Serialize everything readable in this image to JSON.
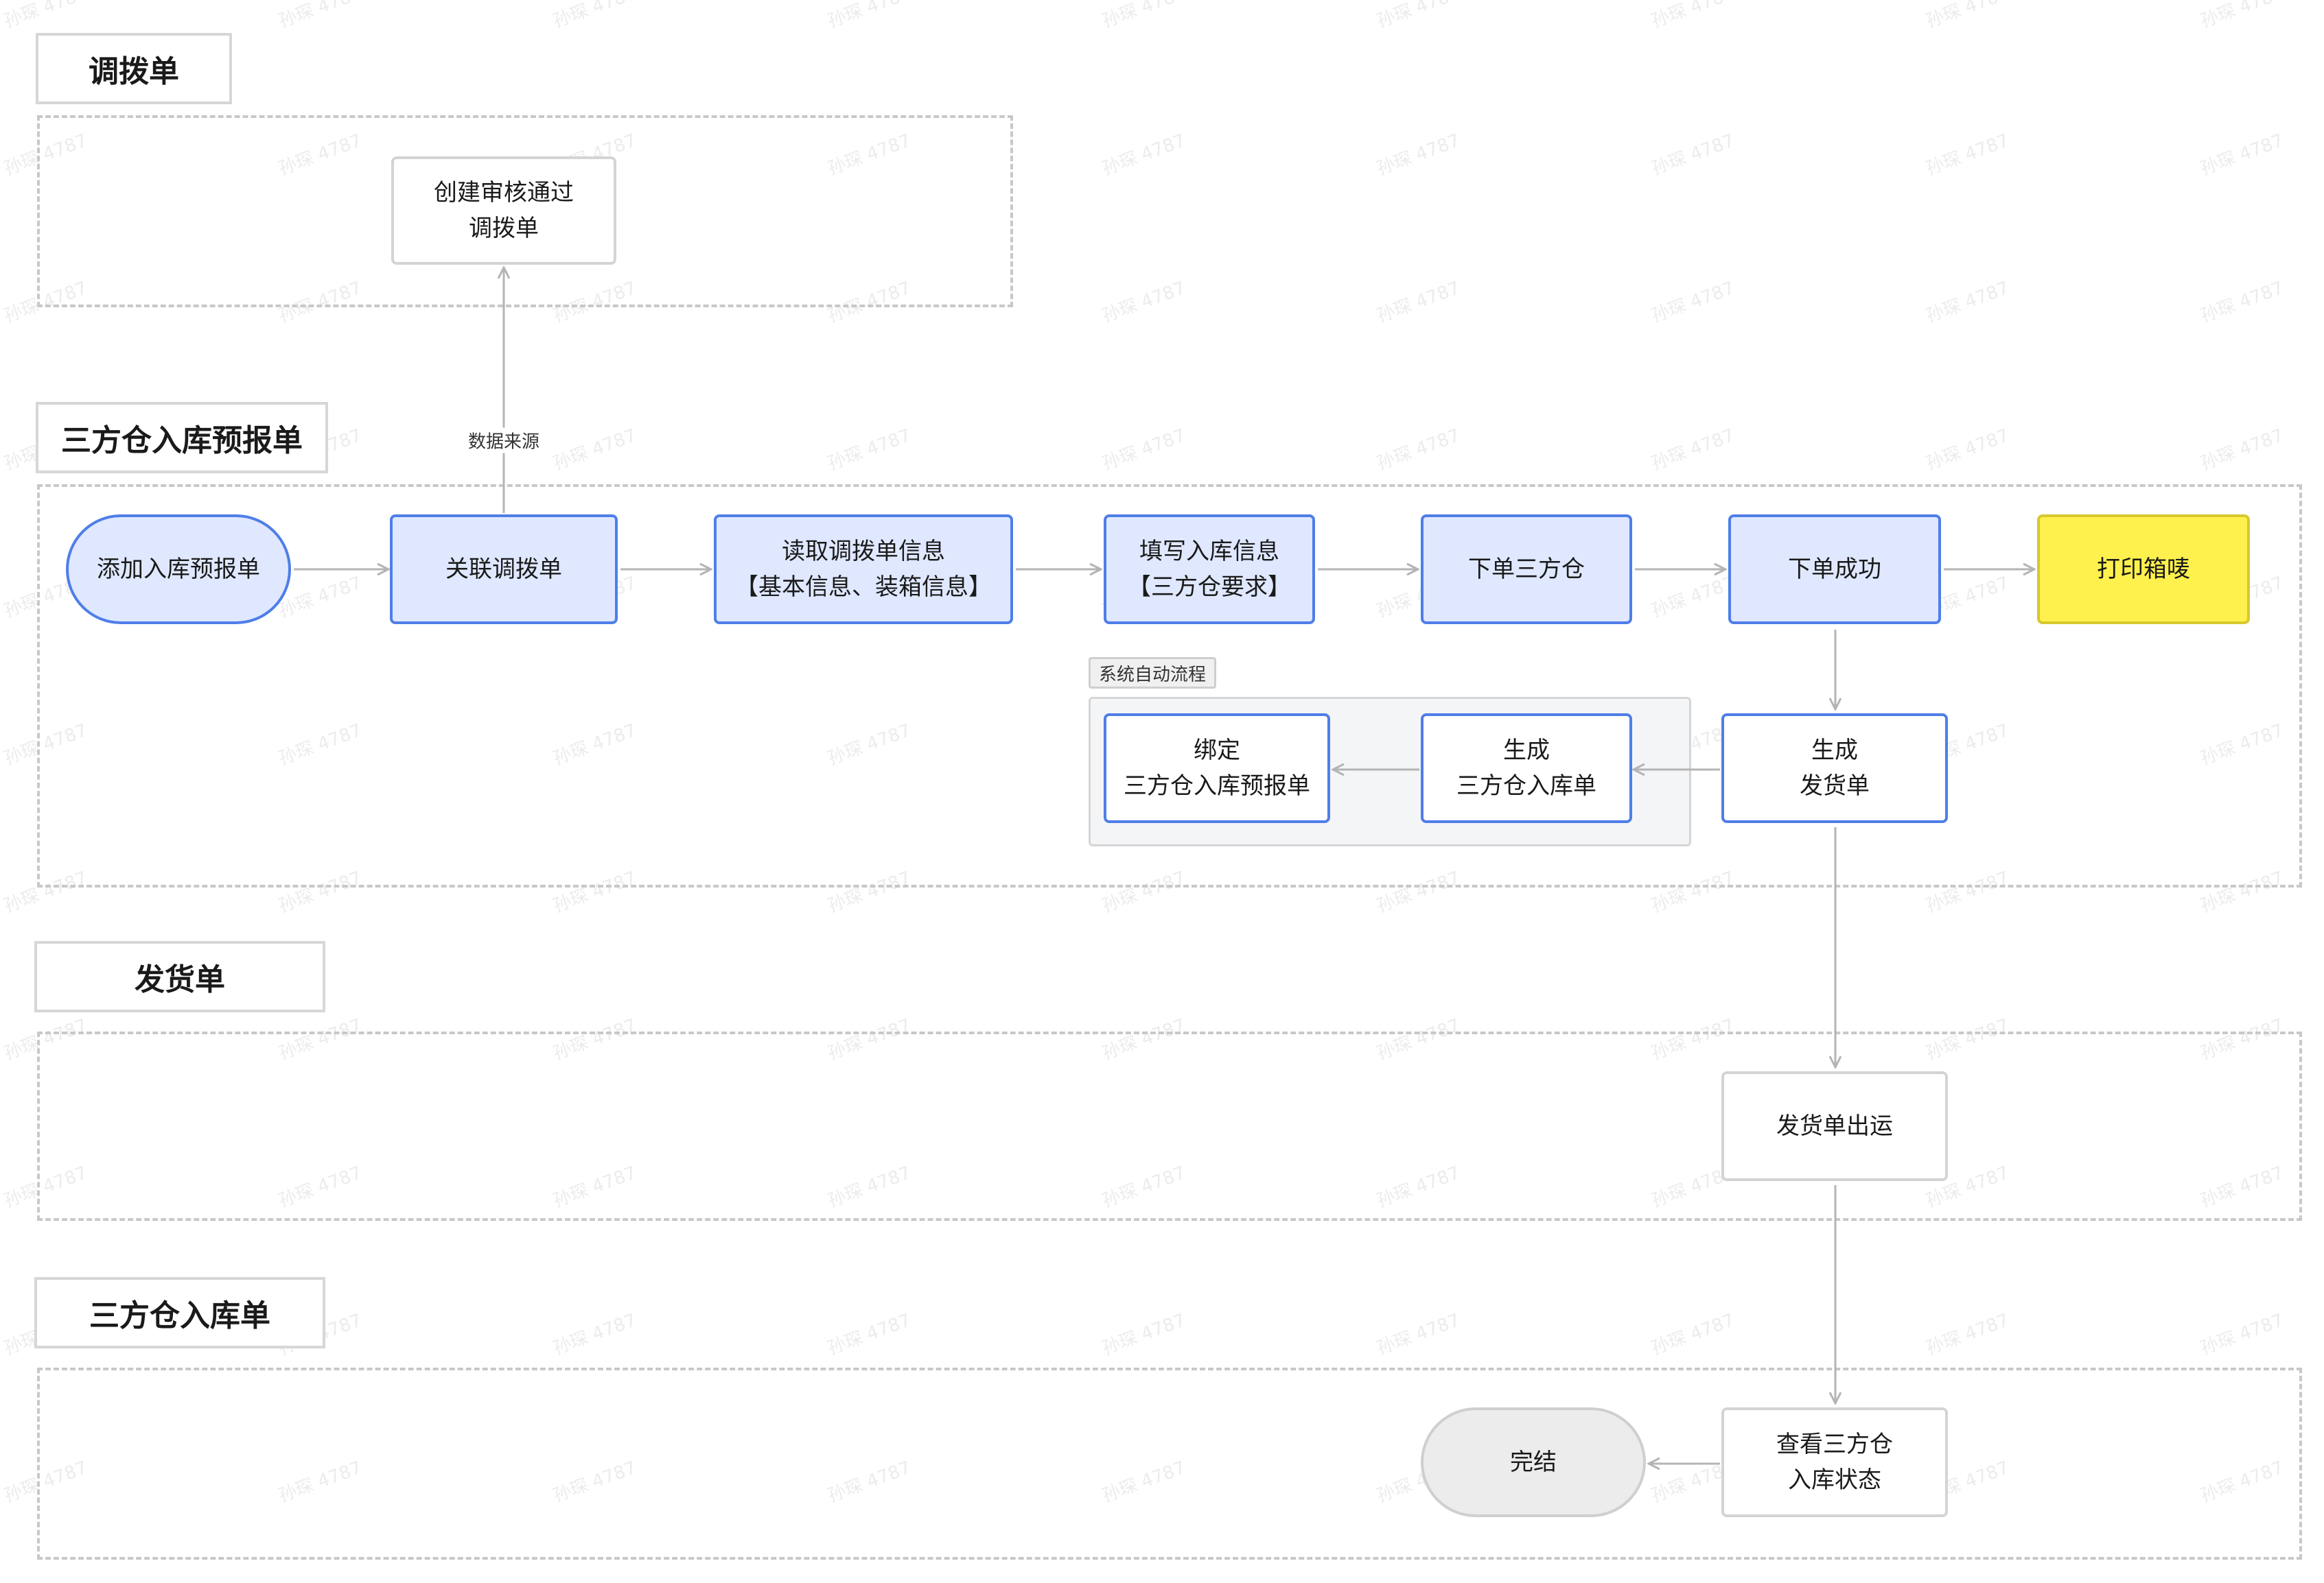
{
  "lanes": {
    "transfer": {
      "title": "调拨单"
    },
    "prereport": {
      "title": "三方仓入库预报单"
    },
    "shipment": {
      "title": "发货单"
    },
    "inbound": {
      "title": "三方仓入库单"
    }
  },
  "group": {
    "tag": "系统自动流程"
  },
  "nodes": {
    "create_transfer": "创建审核通过\n调拨单",
    "add_prereport": "添加入库预报单",
    "link_transfer": "关联调拨单",
    "read_transfer": "读取调拨单信息\n【基本信息、装箱信息】",
    "fill_inbound": "填写入库信息\n【三方仓要求】",
    "order_3pw": "下单三方仓",
    "order_success": "下单成功",
    "print_label": "打印箱唛",
    "gen_shipment": "生成\n发货单",
    "gen_inbound": "生成\n三方仓入库单",
    "bind_prereport": "绑定\n三方仓入库预报单",
    "ship_out": "发货单出运",
    "check_status": "查看三方仓\n入库状态",
    "finish": "完结"
  },
  "edge_labels": {
    "data_source": "数据来源"
  },
  "watermark": "孙琛 4787",
  "colors": {
    "accent_blue": "#4f7ee8",
    "node_blue_fill": "#dfe8ff",
    "highlight_yellow": "#fff14d",
    "arrow": "#b4b4b4"
  }
}
